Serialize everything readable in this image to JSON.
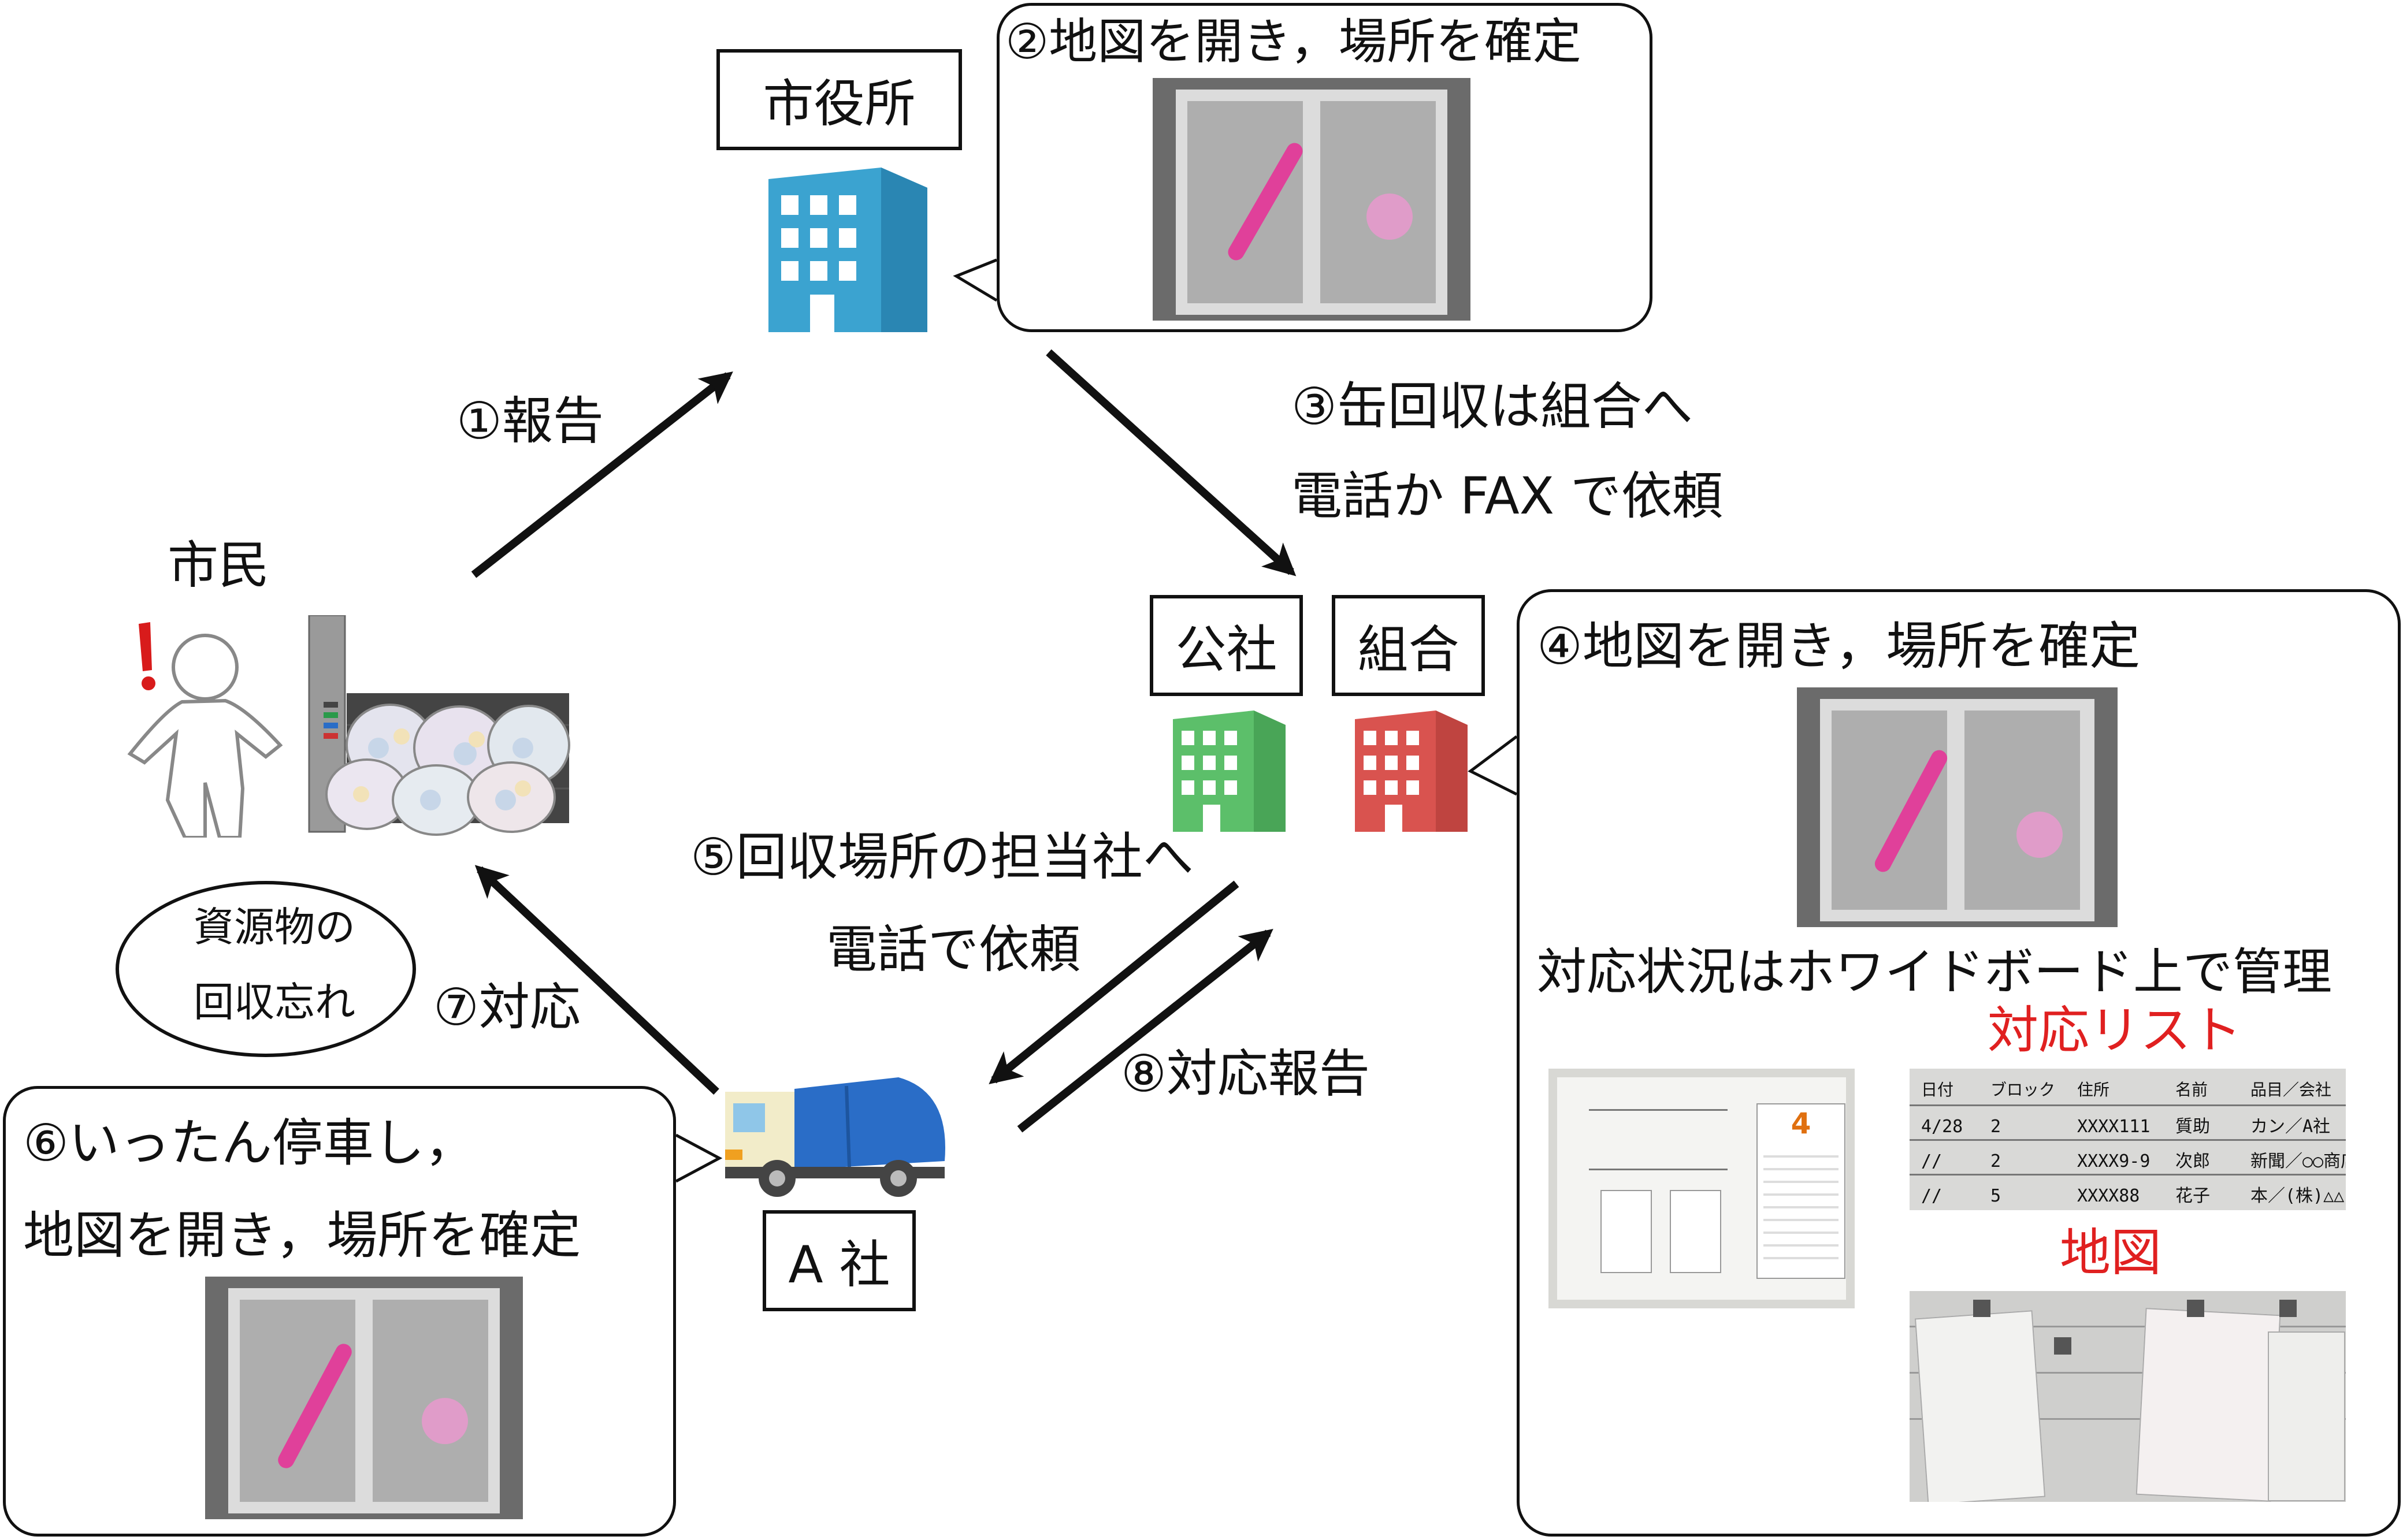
{
  "labels": {
    "city_hall": "市役所",
    "citizen": "市民",
    "kosha": "公社",
    "kumiai": "組合",
    "company_a": "A 社"
  },
  "steps": {
    "s1": "①報告",
    "s2": "②地図を開き，場所を確定",
    "s3_line1": "③缶回収は組合へ",
    "s3_line2": "電話か FAX で依頼",
    "s4": "④地図を開き，場所を確定",
    "s4_sub": "対応状況はホワイドボード上で管理",
    "s5_line1": "⑤回収場所の担当社へ",
    "s5_line2": "電話で依頼",
    "s6_line1": "⑥いったん停車し，",
    "s6_line2": "地図を開き，場所を確定",
    "s7": "⑦対応",
    "s8": "⑧対応報告"
  },
  "ellipse": {
    "line1": "資源物の",
    "line2": "回収忘れ"
  },
  "whiteboard": {
    "list_title": "対応リスト",
    "map_title": "地図",
    "calendar_month": "4",
    "list_headers": [
      "日付",
      "ブロック",
      "住所",
      "名前",
      "品目／会社"
    ],
    "list_rows": [
      [
        "4/28",
        "2",
        "XXXX111",
        "質助",
        "カン／A社"
      ],
      [
        "//",
        "2",
        "XXXX9-9",
        "次郎",
        "新聞／○○商店"
      ],
      [
        "//",
        "5",
        "XXXX88",
        "花子",
        "本／(株)△△"
      ]
    ]
  },
  "colors": {
    "city_hall_icon": "#3ba3d0",
    "kosha_icon": "#5cbf6a",
    "kumiai_icon": "#d9534f",
    "truck_body": "#2a6dc7",
    "truck_cab": "#f2ecc9",
    "highlight_red": "#e02020"
  },
  "icons": [
    "office-building-icon",
    "person-icon",
    "exclamation-icon",
    "garbage-bags-icon",
    "garbage-truck-icon",
    "map-photo-icon",
    "whiteboard-photo-icon"
  ]
}
